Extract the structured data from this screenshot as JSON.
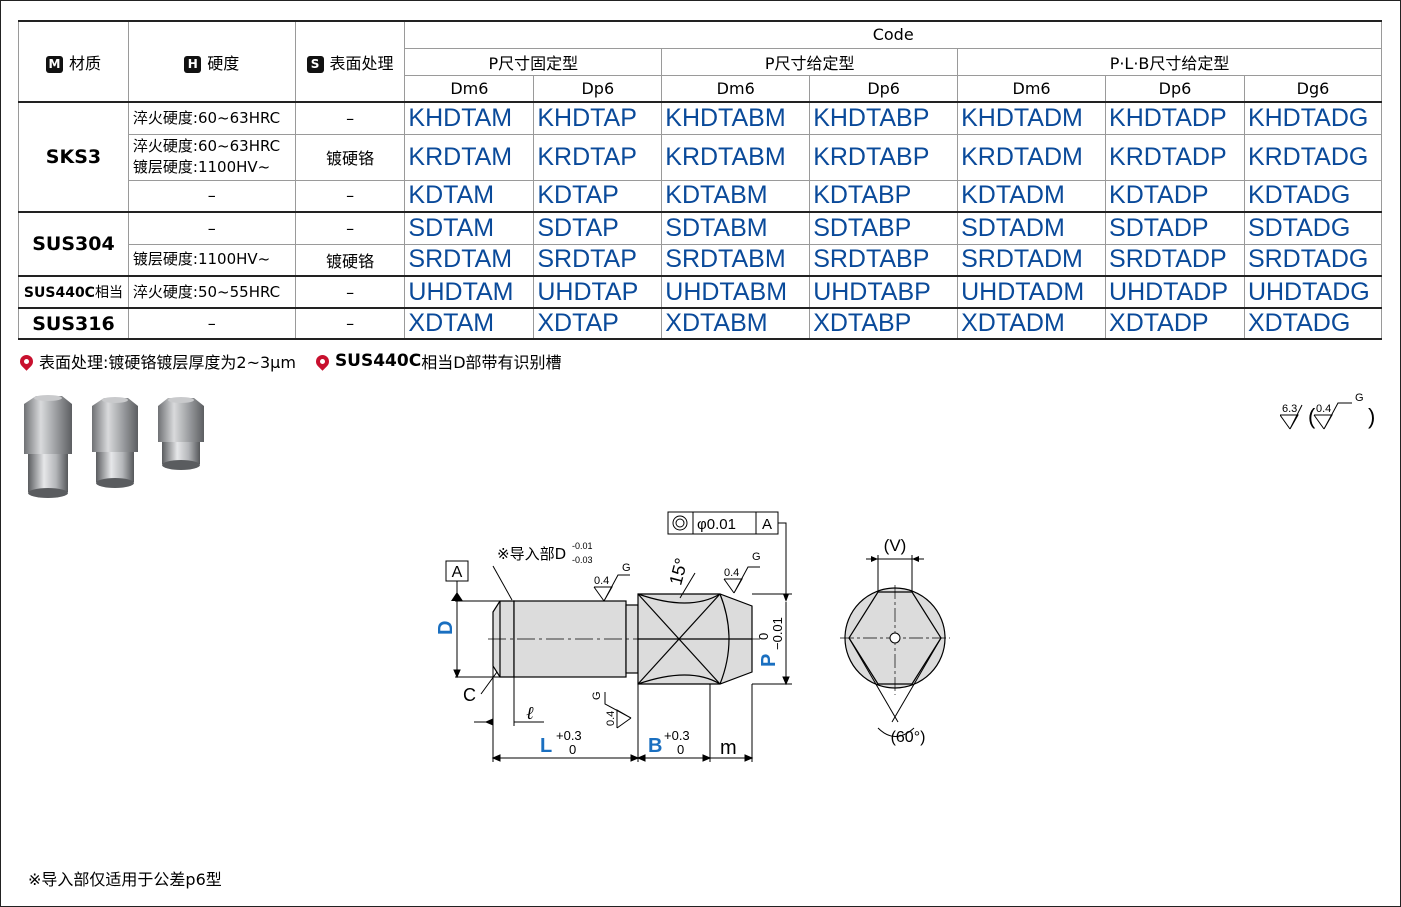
{
  "headers": {
    "material_badge": "M",
    "material": "材质",
    "hardness_badge": "H",
    "hardness": "硬度",
    "surface_badge": "S",
    "surface": "表面处理",
    "code": "Code",
    "groups": [
      "P尺寸固定型",
      "P尺寸给定型",
      "P·L·B尺寸给定型"
    ],
    "tolerances": [
      "Dm6",
      "Dp6",
      "Dm6",
      "Dp6",
      "Dm6",
      "Dp6",
      "Dg6"
    ]
  },
  "materials": {
    "sks3": "SKS3",
    "sus304": "SUS304",
    "sus440c": "SUS440C",
    "sus440c_suffix": "相当",
    "sus316": "SUS316"
  },
  "rows": [
    {
      "hardness": "淬火硬度:60~63HRC",
      "surface": "–",
      "codes": [
        "KHDTAM",
        "KHDTAP",
        "KHDTABM",
        "KHDTABP",
        "KHDTADM",
        "KHDTADP",
        "KHDTADG"
      ]
    },
    {
      "hardness": "淬火硬度:60~63HRC",
      "hardness2": "镀层硬度:1100HV~",
      "surface": "镀硬铬",
      "codes": [
        "KRDTAM",
        "KRDTAP",
        "KRDTABM",
        "KRDTABP",
        "KRDTADM",
        "KRDTADP",
        "KRDTADG"
      ]
    },
    {
      "hardness": "–",
      "surface": "–",
      "codes": [
        "KDTAM",
        "KDTAP",
        "KDTABM",
        "KDTABP",
        "KDTADM",
        "KDTADP",
        "KDTADG"
      ]
    },
    {
      "hardness": "–",
      "surface": "–",
      "codes": [
        "SDTAM",
        "SDTAP",
        "SDTABM",
        "SDTABP",
        "SDTADM",
        "SDTADP",
        "SDTADG"
      ]
    },
    {
      "hardness": "镀层硬度:1100HV~",
      "surface": "镀硬铬",
      "codes": [
        "SRDTAM",
        "SRDTAP",
        "SRDTABM",
        "SRDTABP",
        "SRDTADM",
        "SRDTADP",
        "SRDTADG"
      ]
    },
    {
      "hardness": "淬火硬度:50~55HRC",
      "surface": "–",
      "codes": [
        "UHDTAM",
        "UHDTAP",
        "UHDTABM",
        "UHDTABP",
        "UHDTADM",
        "UHDTADP",
        "UHDTADG"
      ]
    },
    {
      "hardness": "–",
      "surface": "–",
      "codes": [
        "XDTAM",
        "XDTAP",
        "XDTABM",
        "XDTABP",
        "XDTADM",
        "XDTADP",
        "XDTADG"
      ]
    }
  ],
  "notes": {
    "note1": "表面处理:镀硬铬镀层厚度为2~3μm",
    "note2_bold": "SUS440C",
    "note2_rest": "相当D部带有识别槽"
  },
  "footnote": "※导入部仅适用于公差p6型",
  "drawing": {
    "datum": "A",
    "guide_note": "※导入部D",
    "guide_tol_upper": "-0.01",
    "guide_tol_lower": "-0.03",
    "roughness_04": "0.4",
    "roughness_63": "6.3",
    "grind": "G",
    "concentricity": "φ0.01",
    "angle15": "15°",
    "dim_D": "D",
    "dim_P": "P",
    "tol_P_upper": "0",
    "tol_P_lower": "−0.01",
    "dim_C": "C",
    "dim_l": "ℓ",
    "dim_L": "L",
    "dim_B": "B",
    "tol_plus": "+0.3",
    "tol_zero": "0",
    "dim_m": "m",
    "dim_V": "(V)",
    "angle60": "(60°)"
  },
  "colors": {
    "code_blue": "#0a4a9a",
    "dim_blue": "#1a6fc0",
    "note_red": "#c8102e"
  }
}
